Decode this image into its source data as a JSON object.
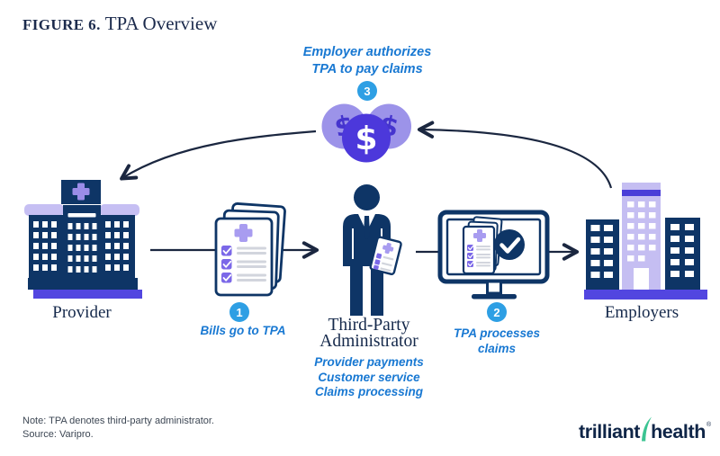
{
  "header": {
    "figure_label": "FIGURE 6.",
    "title": "TPA Overview"
  },
  "top_annotation": {
    "line1": "Employer authorizes",
    "line2": "TPA to pay claims",
    "step": "3"
  },
  "nodes": {
    "provider": {
      "label": "Provider"
    },
    "bills": {
      "step": "1",
      "caption": "Bills go to TPA"
    },
    "tpa": {
      "name_line1": "Third-Party",
      "name_line2": "Administrator",
      "services": [
        "Provider payments",
        "Customer service",
        "Claims processing"
      ]
    },
    "claims": {
      "step": "2",
      "caption_line1": "TPA processes",
      "caption_line2": "claims"
    },
    "employers": {
      "label": "Employers"
    }
  },
  "money_icon": {
    "symbol": "$"
  },
  "footer": {
    "note": "Note: TPA denotes third-party administrator.",
    "source": "Source: Varipro.",
    "logo_part1": "trilliant",
    "logo_part2": "health",
    "logo_reg": "®"
  },
  "colors": {
    "icon_navy": "#0e3566",
    "text_navy": "#15294b",
    "arrow_navy": "#1b2740",
    "indigo": "#5246e0",
    "indigo_deep": "#4c38db",
    "lavender": "#c5bef2",
    "purple_light": "#9c93e9",
    "purple_checkbox": "#7b68e8",
    "purple_cross": "#a89cf0",
    "badge_blue": "#2e9fe4",
    "caption_blue": "#1878d2",
    "logo_green": "#3bc492",
    "doc_line_gray": "#d2d5dd"
  }
}
